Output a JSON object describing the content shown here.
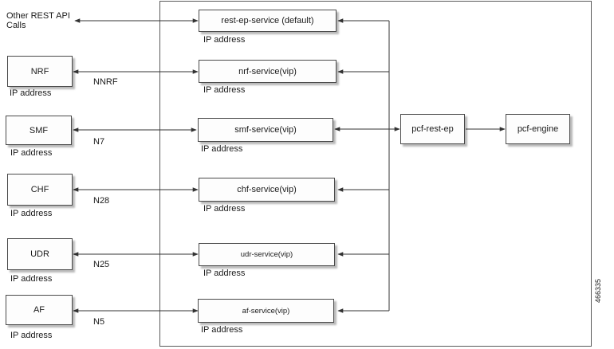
{
  "external": {
    "other_rest": {
      "line1": "Other REST API",
      "line2": "Calls"
    },
    "nodes": [
      {
        "name": "NRF",
        "ip": "IP address",
        "interface": "NNRF"
      },
      {
        "name": "SMF",
        "ip": "IP address",
        "interface": "N7"
      },
      {
        "name": "CHF",
        "ip": "IP address",
        "interface": "N28"
      },
      {
        "name": "UDR",
        "ip": "IP address",
        "interface": "N25"
      },
      {
        "name": "AF",
        "ip": "IP address",
        "interface": "N5"
      }
    ]
  },
  "services": [
    {
      "name": "rest-ep-service (default)",
      "ip": "IP address"
    },
    {
      "name": "nrf-service(vip)",
      "ip": "IP address"
    },
    {
      "name": "smf-service(vip)",
      "ip": "IP address"
    },
    {
      "name": "chf-service(vip)",
      "ip": "IP address"
    },
    {
      "name": "udr-service(vip)",
      "ip": "IP address"
    },
    {
      "name": "af-service(vip)",
      "ip": "IP address"
    }
  ],
  "core": {
    "rest_ep": "pcf-rest-ep",
    "engine": "pcf-engine"
  },
  "figure_id": "466335",
  "colors": {
    "line": "#333333",
    "border": "#4a4a4a"
  }
}
